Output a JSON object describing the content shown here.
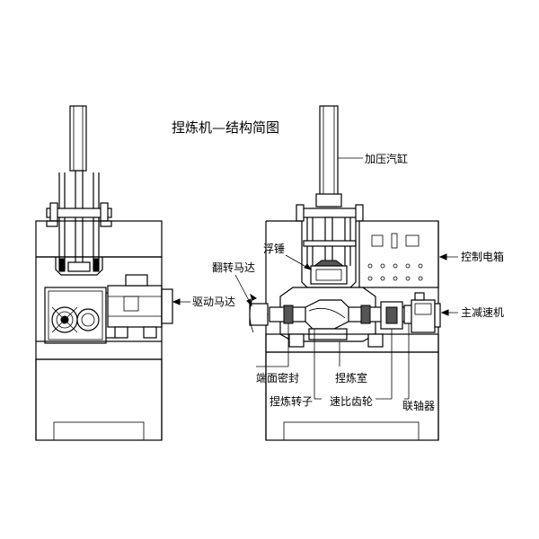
{
  "title": "捏炼机—结构简图",
  "labels": {
    "cylinder": "加压汽缸",
    "ram": "浮锤",
    "tilt_motor": "翻转马达",
    "control_box": "控制电箱",
    "drive_motor": "驱动马达",
    "main_reducer": "主减速机",
    "end_seal": "端面密封",
    "chamber": "捏炼室",
    "rotor": "捏炼转子",
    "ratio_gear": "速比齿轮",
    "coupling": "联轴器"
  }
}
